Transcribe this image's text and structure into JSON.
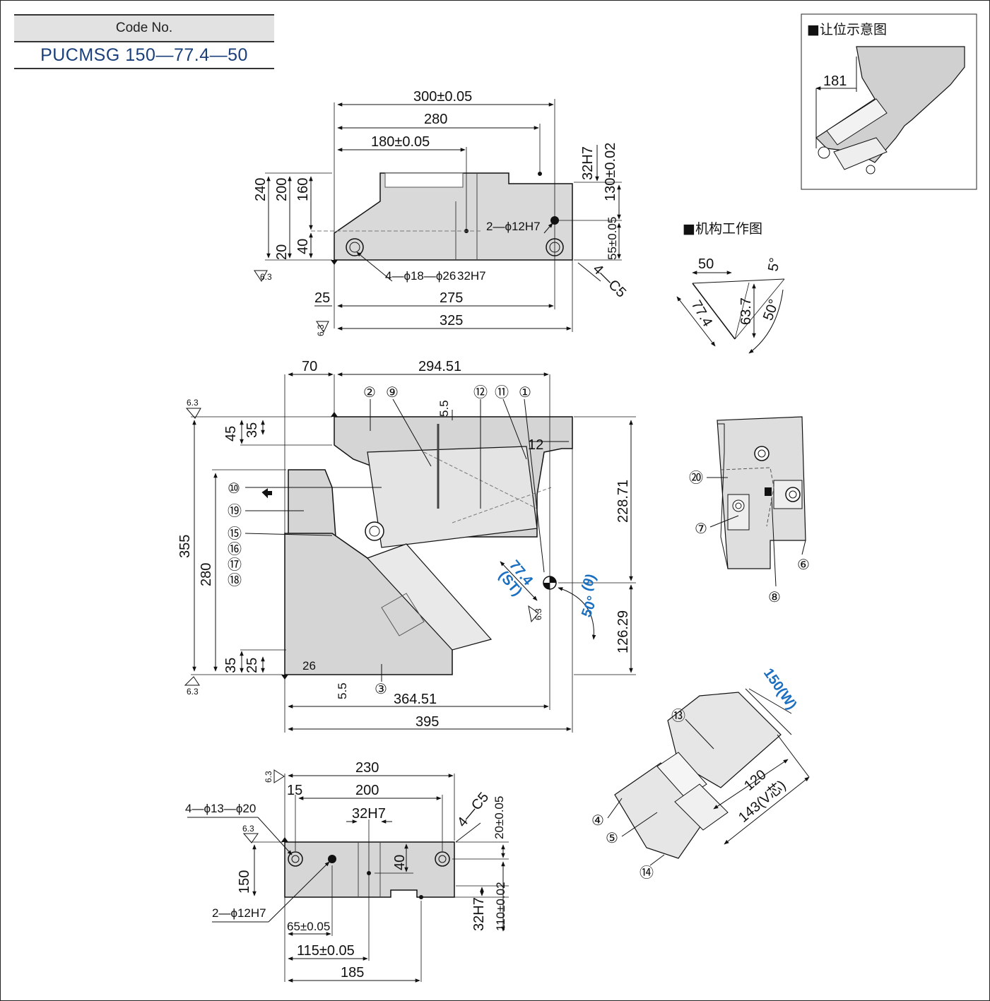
{
  "code": {
    "header": "Code No.",
    "value": "PUCMSG 150—77.4—50"
  },
  "top_view": {
    "dims": [
      "300±0.05",
      "280",
      "180±0.05",
      "240",
      "200",
      "160",
      "20",
      "40",
      "32H7",
      "130±0.02",
      "55±0.05",
      "4—C5",
      "25",
      "275",
      "325"
    ],
    "notes": [
      "2—ϕ12H7",
      "4—ϕ18—ϕ26",
      "32H7"
    ],
    "roughness": [
      "6.3",
      "6.3"
    ]
  },
  "inset_clearance": {
    "title": "■让位示意图",
    "dim": "181"
  },
  "inset_mechanism": {
    "title": "■机构工作图",
    "dims": [
      "50",
      "5°",
      "77.4",
      "63.7",
      "50°"
    ]
  },
  "front_view": {
    "dims": [
      "70",
      "294.51",
      "5.5",
      "12",
      "45",
      "35",
      "355",
      "280",
      "228.71",
      "126.29",
      "35",
      "25",
      "26",
      "5.5",
      "364.51",
      "395"
    ],
    "stroke": "77.4",
    "stroke_label": "(ST)",
    "angle": "50°",
    "angle_label": "(θ)",
    "callouts": [
      "①",
      "②",
      "③",
      "⑨",
      "⑩",
      "⑪",
      "⑫",
      "⑮",
      "⑯",
      "⑰",
      "⑱",
      "⑲"
    ],
    "roughness": [
      "6.3",
      "6.3",
      "6.3"
    ]
  },
  "bottom_view": {
    "dims": [
      "230",
      "15",
      "200",
      "32H7",
      "4—C5",
      "20±0.05",
      "40",
      "150",
      "32H7",
      "110±0.02",
      "65±0.05",
      "115±0.05",
      "185"
    ],
    "notes": [
      "4—ϕ13—ϕ20",
      "2—ϕ12H7"
    ],
    "roughness": [
      "6.3",
      "6.3"
    ]
  },
  "detail": {
    "callouts": [
      "⑳",
      "⑦",
      "⑥",
      "⑧"
    ]
  },
  "iso": {
    "callouts": [
      "⑬",
      "④",
      "⑤",
      "⑭"
    ],
    "width": "150(W)",
    "dims": [
      "120",
      "143(V芯)"
    ]
  }
}
